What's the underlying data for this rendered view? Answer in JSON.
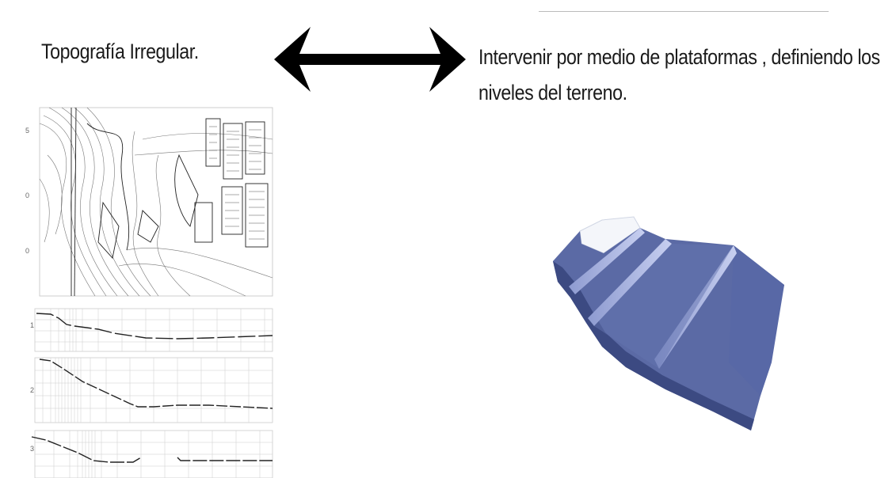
{
  "left_caption": "Topografía Irregular.",
  "right_caption": "Intervenir por medio de plataformas , definiendo los niveles del terreno.",
  "plan_side_labels": [
    "5",
    "0",
    "0"
  ],
  "section_labels": [
    "1",
    "2",
    "3"
  ],
  "arrow_icon": "double-headed-arrow-icon",
  "model_color": "#5b6aa5"
}
